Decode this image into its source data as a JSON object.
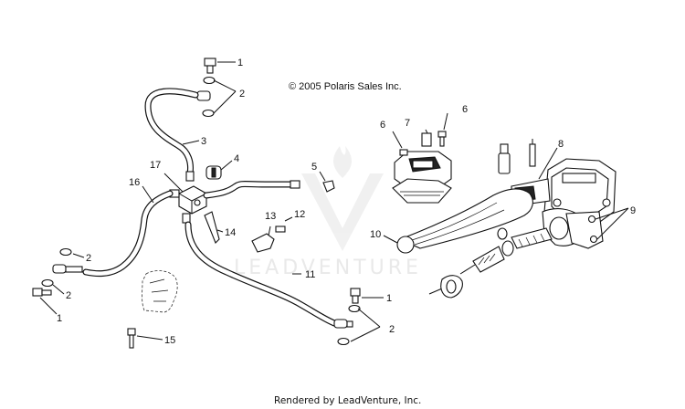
{
  "copyright": "© 2005 Polaris Sales Inc.",
  "watermark": "LEADVENTURE",
  "footer": "Rendered by LeadVenture, Inc.",
  "callouts": {
    "c1a": "1",
    "c2a": "2",
    "c3": "3",
    "c4": "4",
    "c5": "5",
    "c6a": "6",
    "c6b": "6",
    "c7": "7",
    "c8": "8",
    "c9": "9",
    "c10": "10",
    "c11": "11",
    "c12": "12",
    "c13": "13",
    "c14": "14",
    "c15": "15",
    "c16": "16",
    "c17": "17",
    "c2b": "2",
    "c2c": "2",
    "c1b": "1",
    "c1c": "1",
    "c2d": "2"
  }
}
